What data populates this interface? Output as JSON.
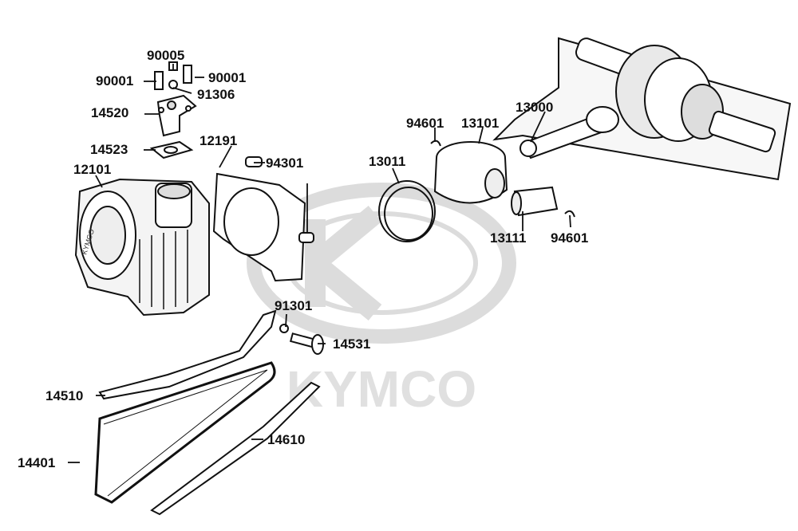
{
  "watermark": {
    "brand": "KYMCO"
  },
  "cylinder_stamp": "KYMCO",
  "parts": [
    {
      "id": "p90005a",
      "number": "90005"
    },
    {
      "id": "p90001a",
      "number": "90001"
    },
    {
      "id": "p90001b",
      "number": "90001"
    },
    {
      "id": "p91306",
      "number": "91306"
    },
    {
      "id": "p14520",
      "number": "14520"
    },
    {
      "id": "p14523",
      "number": "14523"
    },
    {
      "id": "p12191",
      "number": "12191"
    },
    {
      "id": "p12101",
      "number": "12101"
    },
    {
      "id": "p94301",
      "number": "94301"
    },
    {
      "id": "p91301",
      "number": "91301"
    },
    {
      "id": "p14531",
      "number": "14531"
    },
    {
      "id": "p14510",
      "number": "14510"
    },
    {
      "id": "p14610",
      "number": "14610"
    },
    {
      "id": "p14401",
      "number": "14401"
    },
    {
      "id": "p94601a",
      "number": "94601"
    },
    {
      "id": "p13101",
      "number": "13101"
    },
    {
      "id": "p13011",
      "number": "13011"
    },
    {
      "id": "p13000",
      "number": "13000"
    },
    {
      "id": "p13111",
      "number": "13111"
    },
    {
      "id": "p94601b",
      "number": "94601"
    }
  ],
  "colors": {
    "line": "#111111",
    "watermark": "#d9d9d9",
    "background": "#ffffff"
  }
}
